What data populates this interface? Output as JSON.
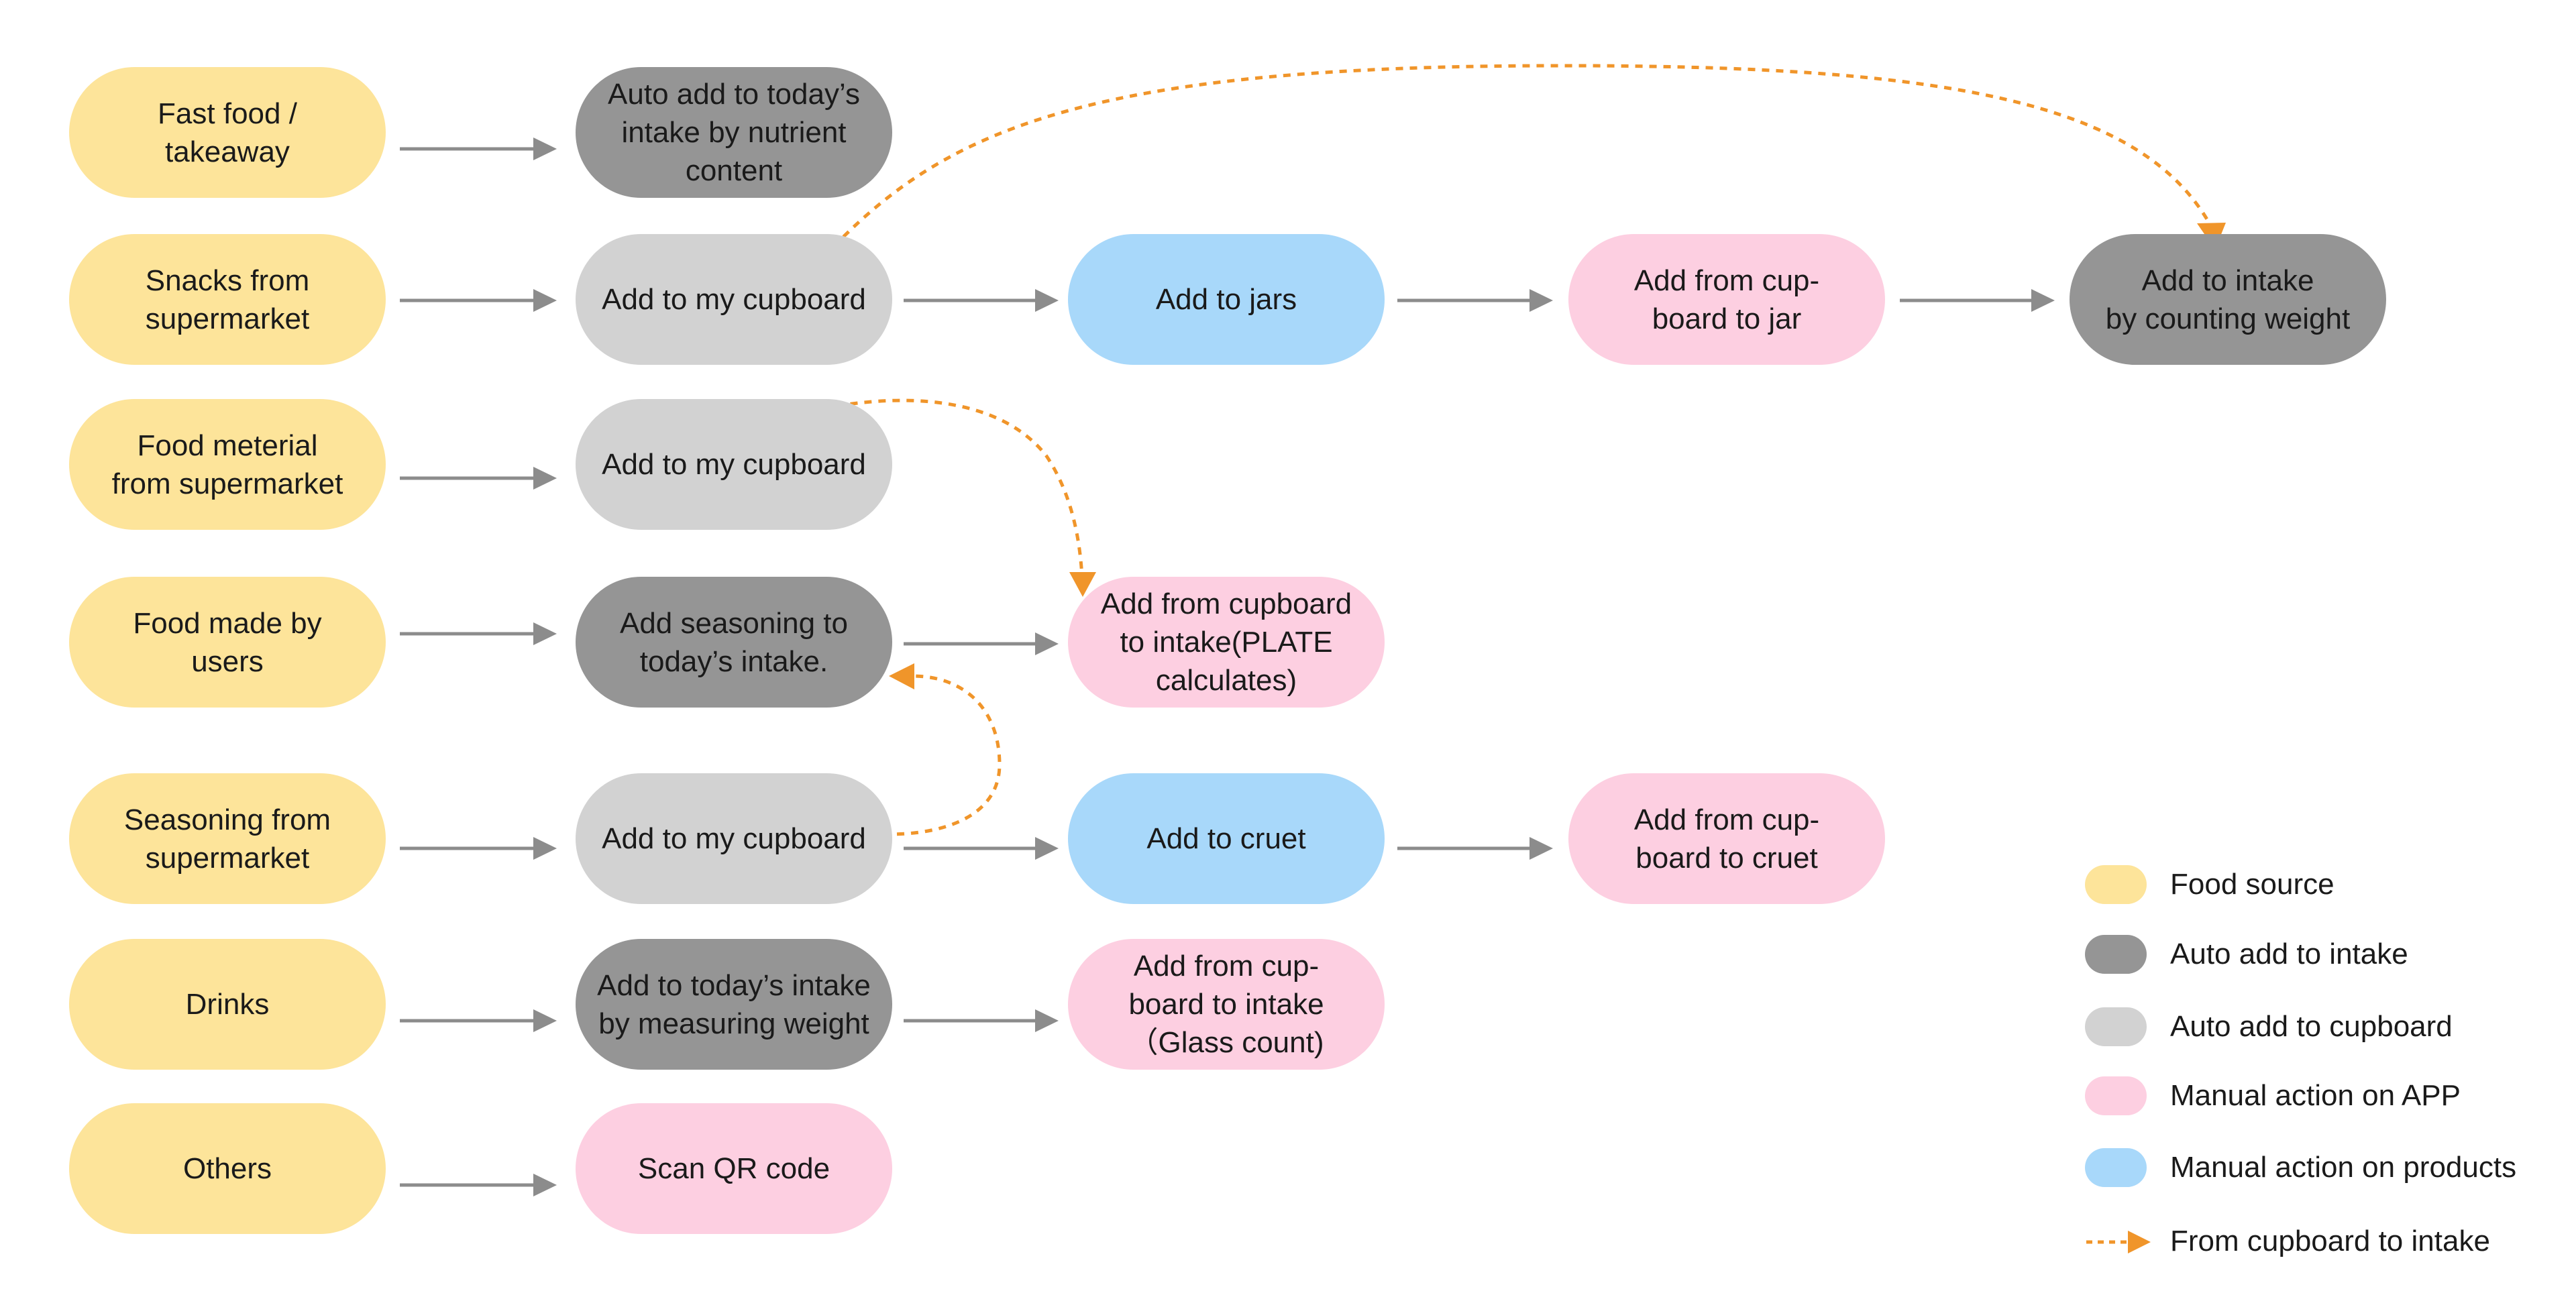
{
  "colors": {
    "food_source": "#FDE49A",
    "auto_intake": "#959595",
    "auto_cupboard": "#D2D2D2",
    "manual_app": "#FDCFE1",
    "manual_products": "#A8D8FA",
    "arrow": "#8C8C8C",
    "cupboard_to_intake": "#F0952A"
  },
  "nodes": {
    "fast_food": "Fast food /\ntakeaway",
    "snacks": "Snacks from\nsupermarket",
    "food_material": "Food meterial\nfrom supermarket",
    "food_made": "Food made by\nusers",
    "seasoning": "Seasoning from\nsupermarket",
    "drinks": "Drinks",
    "others": "Others",
    "auto_add_nutrient": "Auto add to today’s\nintake by nutrient\ncontent",
    "cupboard_snacks": "Add to my cupboard",
    "cupboard_material": "Add to my cupboard",
    "add_seasoning_intake": "Add seasoning to\ntoday’s intake.",
    "cupboard_seasoning": "Add to my cupboard",
    "intake_measuring_weight": "Add to today’s intake\nby measuring weight",
    "scan_qr": "Scan QR code",
    "add_to_jars": "Add to jars",
    "cupboard_to_intake_plate": "Add from cupboard\nto intake(PLATE\ncalculates)",
    "add_to_cruet": "Add to cruet",
    "cupboard_to_intake_glass": "Add from cup-\nboard to intake\n（Glass count)",
    "cupboard_to_jar": "Add from cup-\nboard to jar",
    "cupboard_to_cruet": "Add from cup-\nboard to cruet",
    "intake_counting_weight": "Add to intake\nby counting  weight"
  },
  "legend": {
    "food_source": "Food source",
    "auto_intake": "Auto add to intake",
    "auto_cupboard": "Auto add to cupboard",
    "manual_app": "Manual action on APP",
    "manual_products": "Manual action on products",
    "cupboard_to_intake": "From cupboard to intake"
  }
}
